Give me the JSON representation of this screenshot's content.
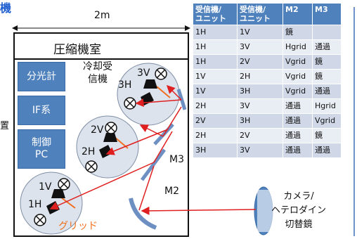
{
  "title_fragment": "機",
  "dimension_label": "2m",
  "room_title": "圧縮機室",
  "left_edge_char": "置",
  "side_boxes": [
    {
      "id": "spectrometer",
      "label": "分光計"
    },
    {
      "id": "if-system",
      "label": "IF系"
    },
    {
      "id": "control-pc",
      "label": "制御\nPC"
    }
  ],
  "cooled_receiver_label": "冷却受\n信機",
  "receiver_labels": [
    "3V",
    "3H",
    "2V",
    "2H",
    "1V",
    "1H"
  ],
  "mirror_labels": {
    "m3": "M3",
    "m2": "M2"
  },
  "grid_label": "グリッド",
  "camera_label": "カメラ/\nヘテロダイン\n切替鏡",
  "table": {
    "headers": [
      "受信機/\nユニット",
      "受信機/\nユニット",
      "M2",
      "M3"
    ],
    "rows": [
      [
        "1H",
        "1V",
        "鏡",
        ""
      ],
      [
        "1H",
        "3V",
        "Hgrid",
        "通過"
      ],
      [
        "1H",
        "2V",
        "Vgrid",
        "鏡"
      ],
      [
        "1V",
        "2H",
        "Vgrid",
        "鏡"
      ],
      [
        "1V",
        "3H",
        "Vgrid",
        "通過"
      ],
      [
        "2H",
        "3V",
        "通過",
        "Hgrid"
      ],
      [
        "2V",
        "3H",
        "通過",
        "Vgrid"
      ],
      [
        "2H",
        "2V",
        "通過",
        "鏡"
      ],
      [
        "3H",
        "3V",
        "通過",
        "通過"
      ]
    ]
  },
  "colors": {
    "accent_blue": "#4f81bd",
    "beam_red": "#e02020",
    "title_blue": "#1f5fd0",
    "grid_orange": "#f07020"
  }
}
